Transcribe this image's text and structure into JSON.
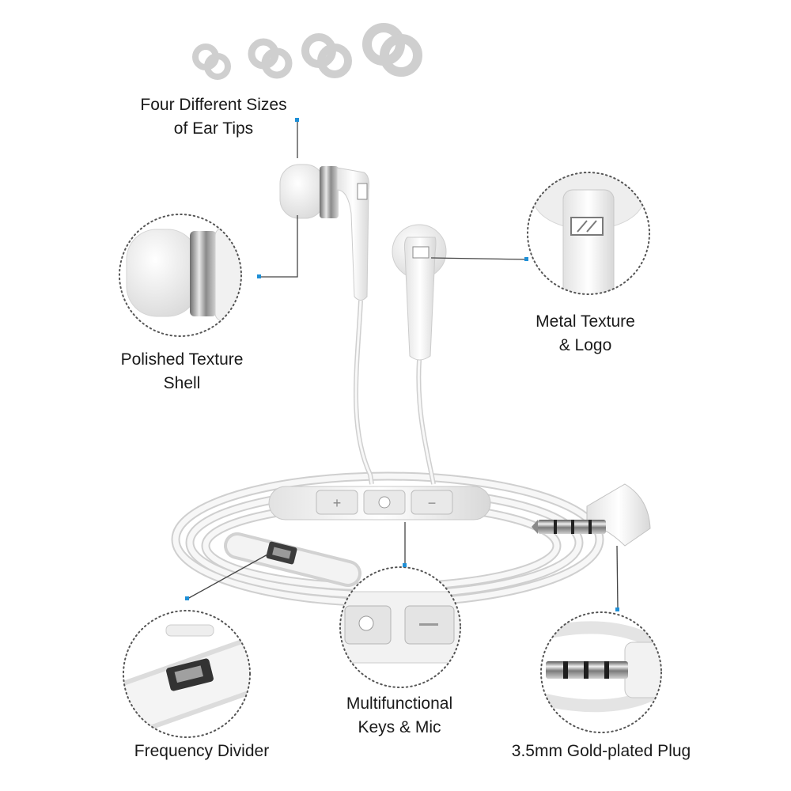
{
  "features": {
    "ear_tips": {
      "line1": "Four Different Sizes",
      "line2": "of Ear Tips"
    },
    "shell": {
      "line1": "Polished Texture",
      "line2": "Shell"
    },
    "metal_logo": {
      "line1": "Metal Texture",
      "line2": "& Logo"
    },
    "keys_mic": {
      "line1": "Multifunctional",
      "line2": "Keys & Mic"
    },
    "divider": {
      "line1": "Frequency Divider"
    },
    "plug": {
      "line1": "3.5mm Gold-plated Plug"
    }
  },
  "remote_keys": {
    "plus": "+",
    "minus": "−"
  },
  "colors": {
    "accent_dot": "#1e8fd6",
    "leader_line": "#444444",
    "dotted_circle": "#555555",
    "product_white": "#f2f2f2",
    "chrome": "#9a9a9a"
  }
}
